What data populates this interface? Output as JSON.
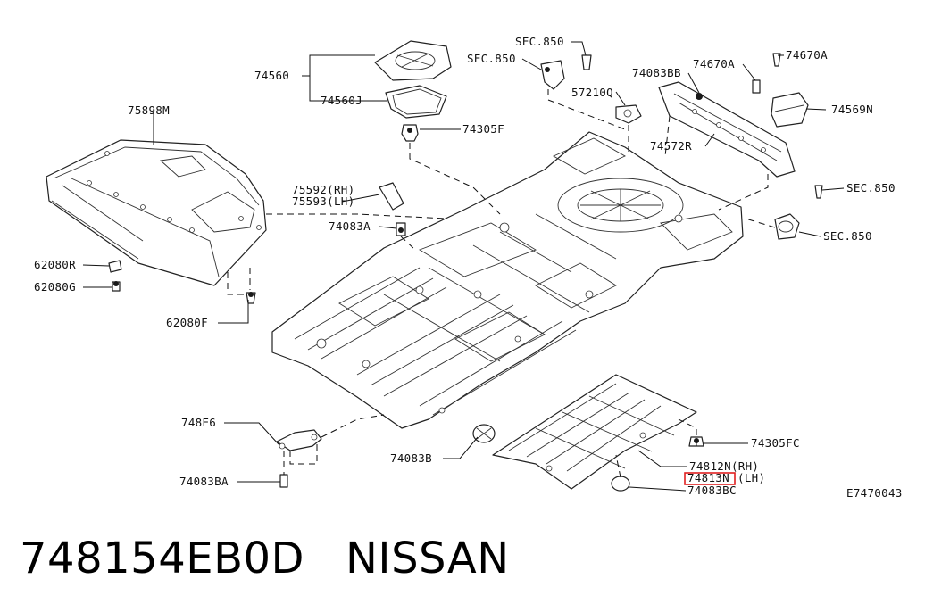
{
  "diagram": {
    "reference_code": "E7470043",
    "highlight_color": "#e02020",
    "callouts": {
      "c74560": "74560",
      "c74560J": "74560J",
      "c74305F": "74305F",
      "sec850_top": "SEC.850",
      "sec850_left": "SEC.850",
      "c57210Q": "57210Q",
      "c74083BB": "74083BB",
      "c74670A_1": "74670A",
      "c74670A_2": "74670A",
      "c74569N": "74569N",
      "c74572R": "74572R",
      "sec850_right_upper": "SEC.850",
      "sec850_right_lower": "SEC.850",
      "c75898M": "75898M",
      "c75592": "75592(RH)",
      "c75593": "75593(LH)",
      "c74083A": "74083A",
      "c62080R": "62080R",
      "c62080G": "62080G",
      "c62080F": "62080F",
      "c748E6": "748E6",
      "c74083BA": "74083BA",
      "c74083B": "74083B",
      "c74305FC": "74305FC",
      "c74812N": "74812N(RH)",
      "c74813N": "74813N",
      "c74813N_side": "(LH)",
      "c74083BC": "74083BC"
    }
  },
  "caption": {
    "part_number": "748154EB0D",
    "brand": "NISSAN"
  }
}
